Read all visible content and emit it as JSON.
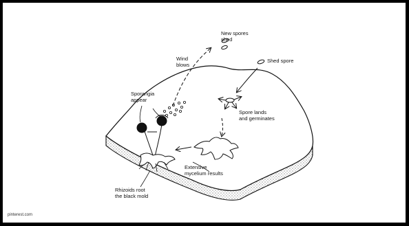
{
  "diagram": {
    "labels": {
      "new_spores": "New spores\nshed",
      "shed_spore": "Shed spore",
      "wind": "Wind\nblows",
      "sporangia": "Sporangia\nappear",
      "spore_lands": "Spore lands\nand germinates",
      "mycelium": "Extensive\nmycelium results",
      "rhizoids": "Rhizoids root\nthe black mold"
    }
  },
  "source": "pinterest.com"
}
